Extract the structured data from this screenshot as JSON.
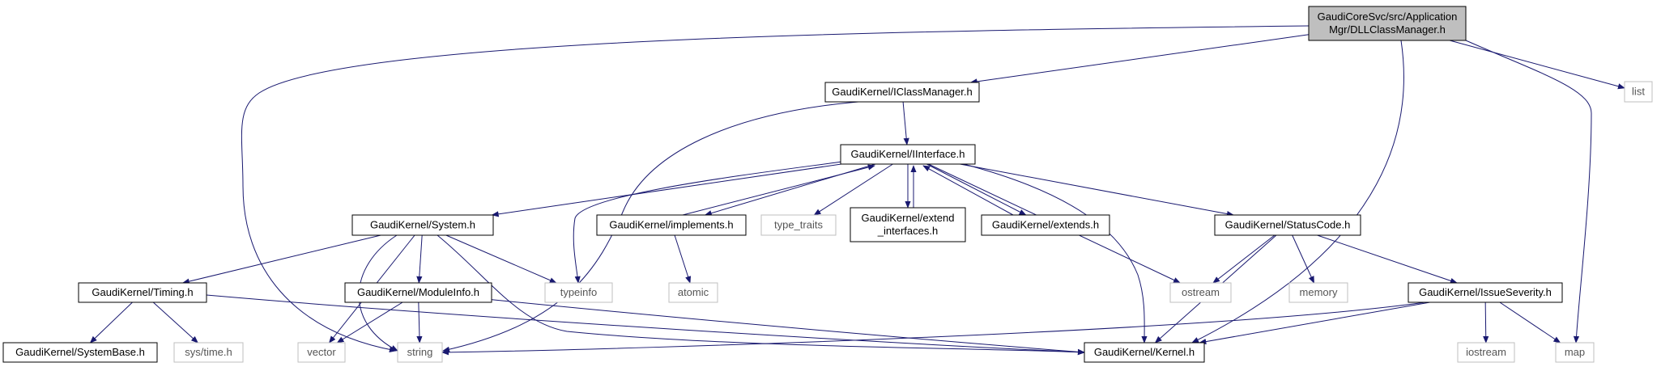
{
  "graph": {
    "nodes": [
      {
        "id": "root",
        "lines": [
          "GaudiCoreSvc/src/Application",
          "Mgr/DLLClassManager.h"
        ],
        "style": "root"
      },
      {
        "id": "iclassmanager",
        "lines": [
          "GaudiKernel/IClassManager.h"
        ],
        "style": "internal"
      },
      {
        "id": "list",
        "lines": [
          "list"
        ],
        "style": "external"
      },
      {
        "id": "iinterface",
        "lines": [
          "GaudiKernel/IInterface.h"
        ],
        "style": "internal"
      },
      {
        "id": "system",
        "lines": [
          "GaudiKernel/System.h"
        ],
        "style": "internal"
      },
      {
        "id": "implements",
        "lines": [
          "GaudiKernel/implements.h"
        ],
        "style": "internal"
      },
      {
        "id": "type_traits",
        "lines": [
          "type_traits"
        ],
        "style": "external"
      },
      {
        "id": "extend_interfaces",
        "lines": [
          "GaudiKernel/extend",
          "_interfaces.h"
        ],
        "style": "internal"
      },
      {
        "id": "extends",
        "lines": [
          "GaudiKernel/extends.h"
        ],
        "style": "internal"
      },
      {
        "id": "statuscode",
        "lines": [
          "GaudiKernel/StatusCode.h"
        ],
        "style": "internal"
      },
      {
        "id": "timing",
        "lines": [
          "GaudiKernel/Timing.h"
        ],
        "style": "internal"
      },
      {
        "id": "moduleinfo",
        "lines": [
          "GaudiKernel/ModuleInfo.h"
        ],
        "style": "internal"
      },
      {
        "id": "typeinfo",
        "lines": [
          "typeinfo"
        ],
        "style": "external"
      },
      {
        "id": "atomic",
        "lines": [
          "atomic"
        ],
        "style": "external"
      },
      {
        "id": "ostream",
        "lines": [
          "ostream"
        ],
        "style": "external"
      },
      {
        "id": "memory",
        "lines": [
          "memory"
        ],
        "style": "external"
      },
      {
        "id": "issueseverity",
        "lines": [
          "GaudiKernel/IssueSeverity.h"
        ],
        "style": "internal"
      },
      {
        "id": "systembase",
        "lines": [
          "GaudiKernel/SystemBase.h"
        ],
        "style": "internal"
      },
      {
        "id": "systime",
        "lines": [
          "sys/time.h"
        ],
        "style": "external"
      },
      {
        "id": "vector",
        "lines": [
          "vector"
        ],
        "style": "external"
      },
      {
        "id": "string",
        "lines": [
          "string"
        ],
        "style": "external"
      },
      {
        "id": "kernel",
        "lines": [
          "GaudiKernel/Kernel.h"
        ],
        "style": "internal"
      },
      {
        "id": "iostream",
        "lines": [
          "iostream"
        ],
        "style": "external"
      },
      {
        "id": "map",
        "lines": [
          "map"
        ],
        "style": "external"
      }
    ],
    "edges": [
      [
        "root",
        "iclassmanager"
      ],
      [
        "root",
        "list"
      ],
      [
        "root",
        "string"
      ],
      [
        "root",
        "kernel"
      ],
      [
        "root",
        "map"
      ],
      [
        "iclassmanager",
        "iinterface"
      ],
      [
        "iclassmanager",
        "string"
      ],
      [
        "iinterface",
        "system"
      ],
      [
        "iinterface",
        "implements"
      ],
      [
        "iinterface",
        "type_traits"
      ],
      [
        "iinterface",
        "extend_interfaces"
      ],
      [
        "iinterface",
        "extends"
      ],
      [
        "iinterface",
        "statuscode"
      ],
      [
        "iinterface",
        "typeinfo"
      ],
      [
        "iinterface",
        "ostream"
      ],
      [
        "iinterface",
        "kernel"
      ],
      [
        "implements",
        "iinterface"
      ],
      [
        "implements",
        "atomic"
      ],
      [
        "extend_interfaces",
        "iinterface"
      ],
      [
        "extends",
        "iinterface"
      ],
      [
        "system",
        "timing"
      ],
      [
        "system",
        "moduleinfo"
      ],
      [
        "system",
        "typeinfo"
      ],
      [
        "system",
        "vector"
      ],
      [
        "system",
        "string"
      ],
      [
        "system",
        "kernel"
      ],
      [
        "timing",
        "systembase"
      ],
      [
        "timing",
        "systime"
      ],
      [
        "timing",
        "kernel"
      ],
      [
        "moduleinfo",
        "string"
      ],
      [
        "moduleinfo",
        "vector"
      ],
      [
        "moduleinfo",
        "kernel"
      ],
      [
        "statuscode",
        "ostream"
      ],
      [
        "statuscode",
        "memory"
      ],
      [
        "statuscode",
        "issueseverity"
      ],
      [
        "statuscode",
        "kernel"
      ],
      [
        "issueseverity",
        "iostream"
      ],
      [
        "issueseverity",
        "map"
      ],
      [
        "issueseverity",
        "string"
      ],
      [
        "issueseverity",
        "kernel"
      ]
    ]
  },
  "colors": {
    "edge": "#191970",
    "root_fill": "#bfbfbf",
    "internal_border": "#000000",
    "external_border": "#bfbfbf",
    "external_text": "#555555"
  }
}
